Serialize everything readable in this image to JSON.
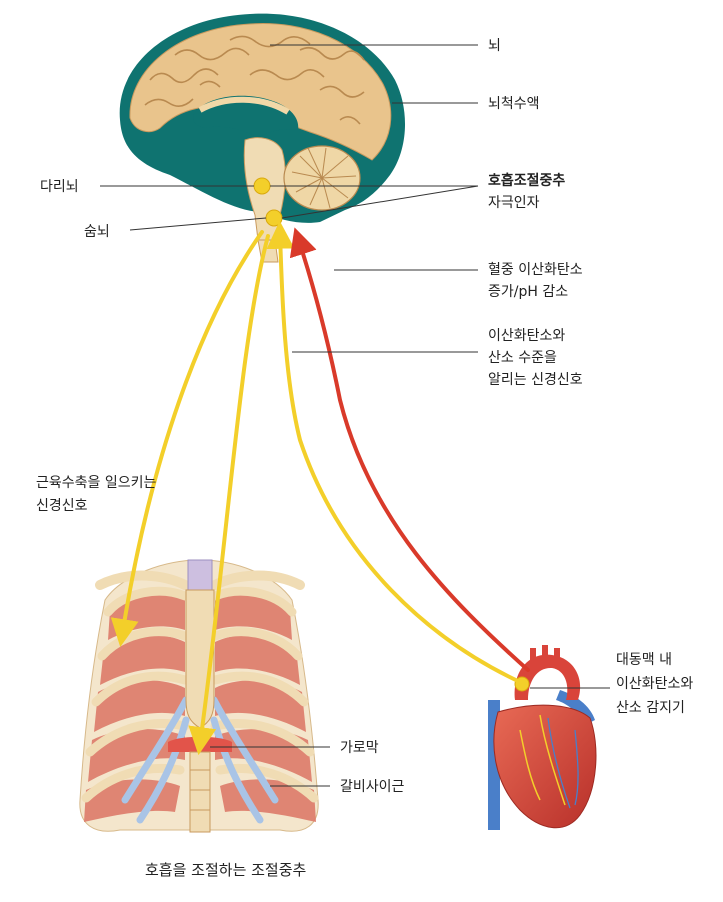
{
  "labels": {
    "brain": "뇌",
    "csf": "뇌척수액",
    "pons": "다리뇌",
    "medulla": "숨뇌",
    "resp_center": "호흡조절중추",
    "stimulus": "자극인자",
    "blood_co2_1": "혈중 이산화탄소",
    "blood_co2_2": "증가/pH 감소",
    "nerve_signal_1": "이산화탄소와",
    "nerve_signal_2": "산소 수준을",
    "nerve_signal_3": "알리는 신경신호",
    "muscle_signal_1": "근육수축을 일으키는",
    "muscle_signal_2": "신경신호",
    "aorta_1": "대동맥 내",
    "aorta_2": "이산화탄소와",
    "aorta_3": "산소 감지기",
    "diaphragm": "가로막",
    "intercostal": "갈비사이근"
  },
  "caption": "호흡을 조절하는 조절중추",
  "colors": {
    "brain_tissue": "#e9c48c",
    "brain_outline": "#0f7370",
    "csf_teal": "#0f7370",
    "nerve_yellow": "#f3cf2a",
    "signal_red": "#d93a2a",
    "rib_bone": "#f0dcb4",
    "muscle_red": "#dd7b6a",
    "cartilage_blue": "#a9c4e6",
    "heart_red": "#d9443a",
    "vessel_blue": "#4a7fc9"
  }
}
